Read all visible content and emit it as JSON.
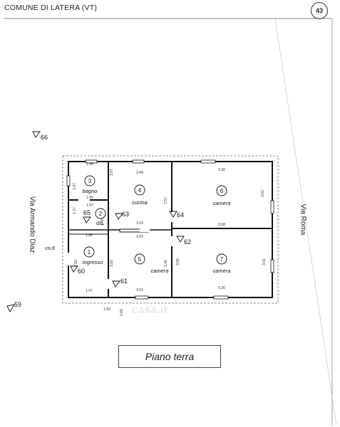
{
  "header": {
    "comune": "COMUNE DI LATERA (VT)",
    "logo_text": "43"
  },
  "streets": {
    "left": "Via Armando Diaz",
    "right": "Via Roma"
  },
  "entrance_label": "civ.8",
  "plan_title": "Piano terra",
  "watermark": "casa.it",
  "rooms": [
    {
      "num": "1",
      "name": "ingresso"
    },
    {
      "num": "2",
      "name": "dis."
    },
    {
      "num": "3",
      "name": "bagno"
    },
    {
      "num": "4",
      "name": "cucina"
    },
    {
      "num": "5",
      "name": "camera"
    },
    {
      "num": "6",
      "name": "camera"
    },
    {
      "num": "7",
      "name": "camera"
    }
  ],
  "view_marks": [
    "59",
    "60",
    "61",
    "62",
    "63",
    "64",
    "65",
    "66"
  ],
  "dimensions": {
    "bagno_top": "1.45",
    "bagno_mid": "1.95",
    "bagno_side": "1.97",
    "dis_top": "1.87",
    "dis_side": "1.37",
    "dis_left": "1.40",
    "ingresso_top": "1.86",
    "ingresso_side": "2.50",
    "ingresso_bottom": "1.97",
    "bottom_left": "1.50",
    "bottom_small": "0.65",
    "cucina_top": "3.49",
    "cucina_bottom": "3.53",
    "cucina_left": "3.07",
    "cucina_right": "3.57",
    "camera5_top": "3.52",
    "camera5_bottom": "3.52",
    "camera5_left": "3.50",
    "camera5_right": "3.46",
    "camera6_top": "5.36",
    "camera6_bottom": "5.58",
    "camera6_right": "3.62",
    "camera7_bottom": "5.36",
    "camera7_left": "3.55",
    "camera7_right": "3.61"
  }
}
